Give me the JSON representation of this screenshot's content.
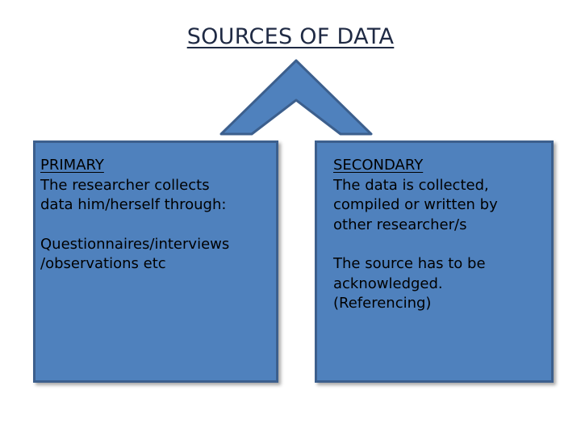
{
  "title": "SOURCES OF DATA",
  "primary": {
    "heading": "PRIMARY",
    "line1": "The researcher  collects\ndata him/herself  through:",
    "line2": "Questionnaires/interviews\n/observations etc"
  },
  "secondary": {
    "heading": "SECONDARY",
    "line1": "The data is collected,\ncompiled or written by\nother researcher/s",
    "line2": "The source has to be\nacknowledged.\n(Referencing)"
  },
  "colors": {
    "box_fill": "#4f81bd",
    "box_border": "#3c5f8d",
    "title_text": "#1f2a44"
  }
}
